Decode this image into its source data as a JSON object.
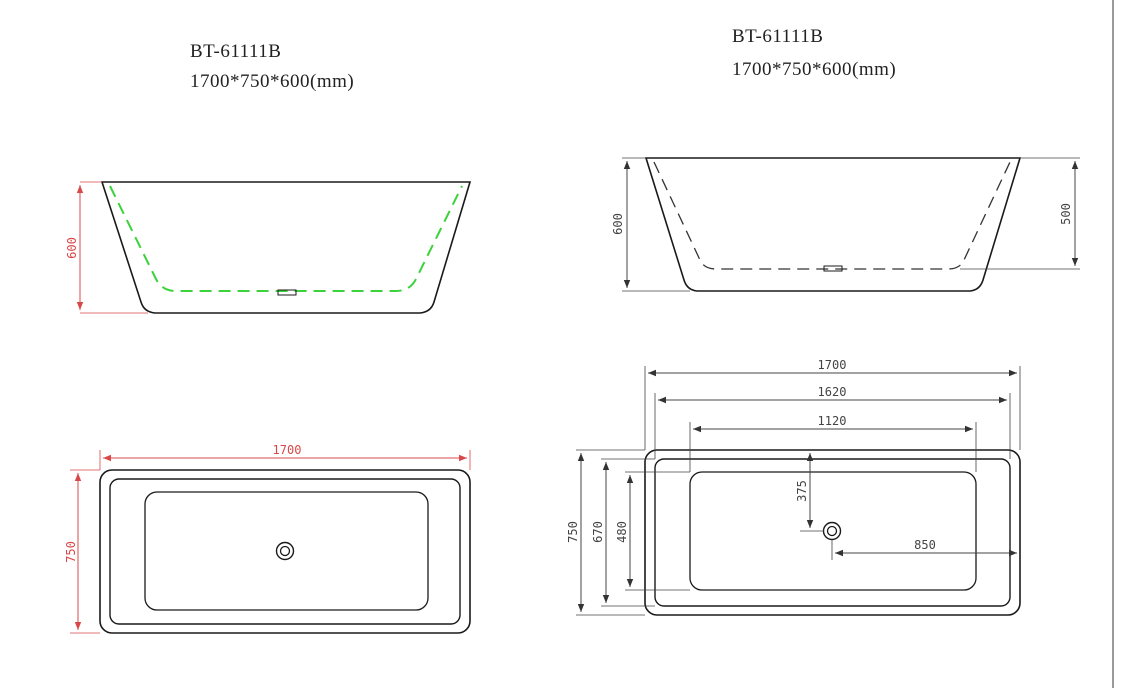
{
  "left_view": {
    "model": "BT-61111B",
    "size": "1700*750*600(mm)",
    "side_height": "600",
    "top_length": "1700",
    "top_width": "750"
  },
  "right_view": {
    "model": "BT-61111B",
    "size": "1700*750*600(mm)",
    "side_height_outer": "600",
    "side_depth_inner": "500",
    "top_length_outer": "1700",
    "top_length_rim": "1620",
    "top_length_basin": "1120",
    "top_width_outer": "750",
    "top_width_rim": "670",
    "top_width_basin": "480",
    "drain_offset_y": "375",
    "drain_offset_x": "850"
  },
  "colors": {
    "outline": "#1a1a1a",
    "dimension_left": "#e05050",
    "dimension_right": "#444444",
    "inner_dashed_left": "#3bd23b",
    "inner_dashed_right": "#333333"
  }
}
